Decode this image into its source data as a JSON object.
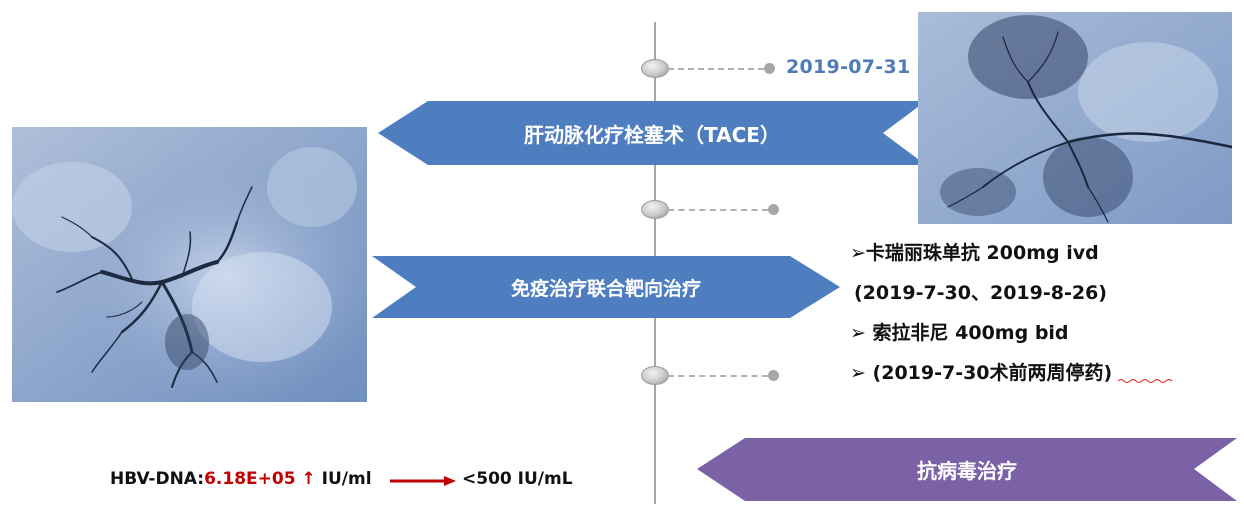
{
  "timeline": {
    "date_top": "2019-07-31"
  },
  "banners": {
    "tace": "肝动脉化疗栓塞术（TACE）",
    "immuno": "免疫治疗联合靶向治疗",
    "antiviral": "抗病毒治疗"
  },
  "drug_list": {
    "line1": "➢卡瑞丽珠单抗 200mg ivd",
    "line2": " (2019-7-30、2019-8-26)",
    "line3": "➢ 索拉非尼 400mg bid",
    "line4": "➢  (2019-7-30术前两周停药)"
  },
  "hbv": {
    "prefix": "HBV-DNA:",
    "value": "6.18E+05",
    "up_arrow": "↑",
    "unit": " IU/ml",
    "after": "<500  IU/mL"
  },
  "colors": {
    "banner_blue": "#4f7ec0",
    "banner_purple": "#7b62a6",
    "date_blue": "#4f7cb8",
    "value_red": "#c00000"
  },
  "images": {
    "left": "angiography-image",
    "right": "angiography-image"
  }
}
